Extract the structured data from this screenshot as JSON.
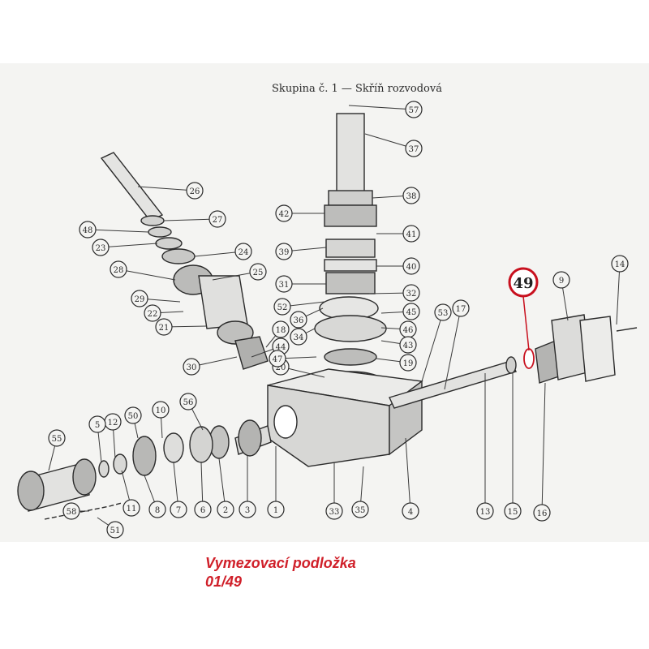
{
  "diagram": {
    "title": "Skupina č. 1 — Skříň rozvodová",
    "highlight_label": "49",
    "callouts": [
      "57",
      "37",
      "38",
      "42",
      "41",
      "39",
      "40",
      "31",
      "32",
      "45",
      "46",
      "43",
      "19",
      "26",
      "27",
      "48",
      "24",
      "23",
      "25",
      "28",
      "29",
      "22",
      "21",
      "20",
      "44",
      "18",
      "30",
      "36",
      "34",
      "47",
      "52",
      "53",
      "17",
      "14",
      "9",
      "10",
      "50",
      "12",
      "5",
      "56",
      "55",
      "58",
      "51",
      "11",
      "8",
      "7",
      "6",
      "2",
      "3",
      "1",
      "33",
      "35",
      "4",
      "13",
      "15",
      "16"
    ],
    "colors": {
      "ink": "#2b2b2b",
      "paper": "#f4f4f2",
      "highlight": "#c8101e"
    }
  },
  "caption": {
    "part_name": "Vymezovací podložka",
    "part_code": "01/49"
  }
}
